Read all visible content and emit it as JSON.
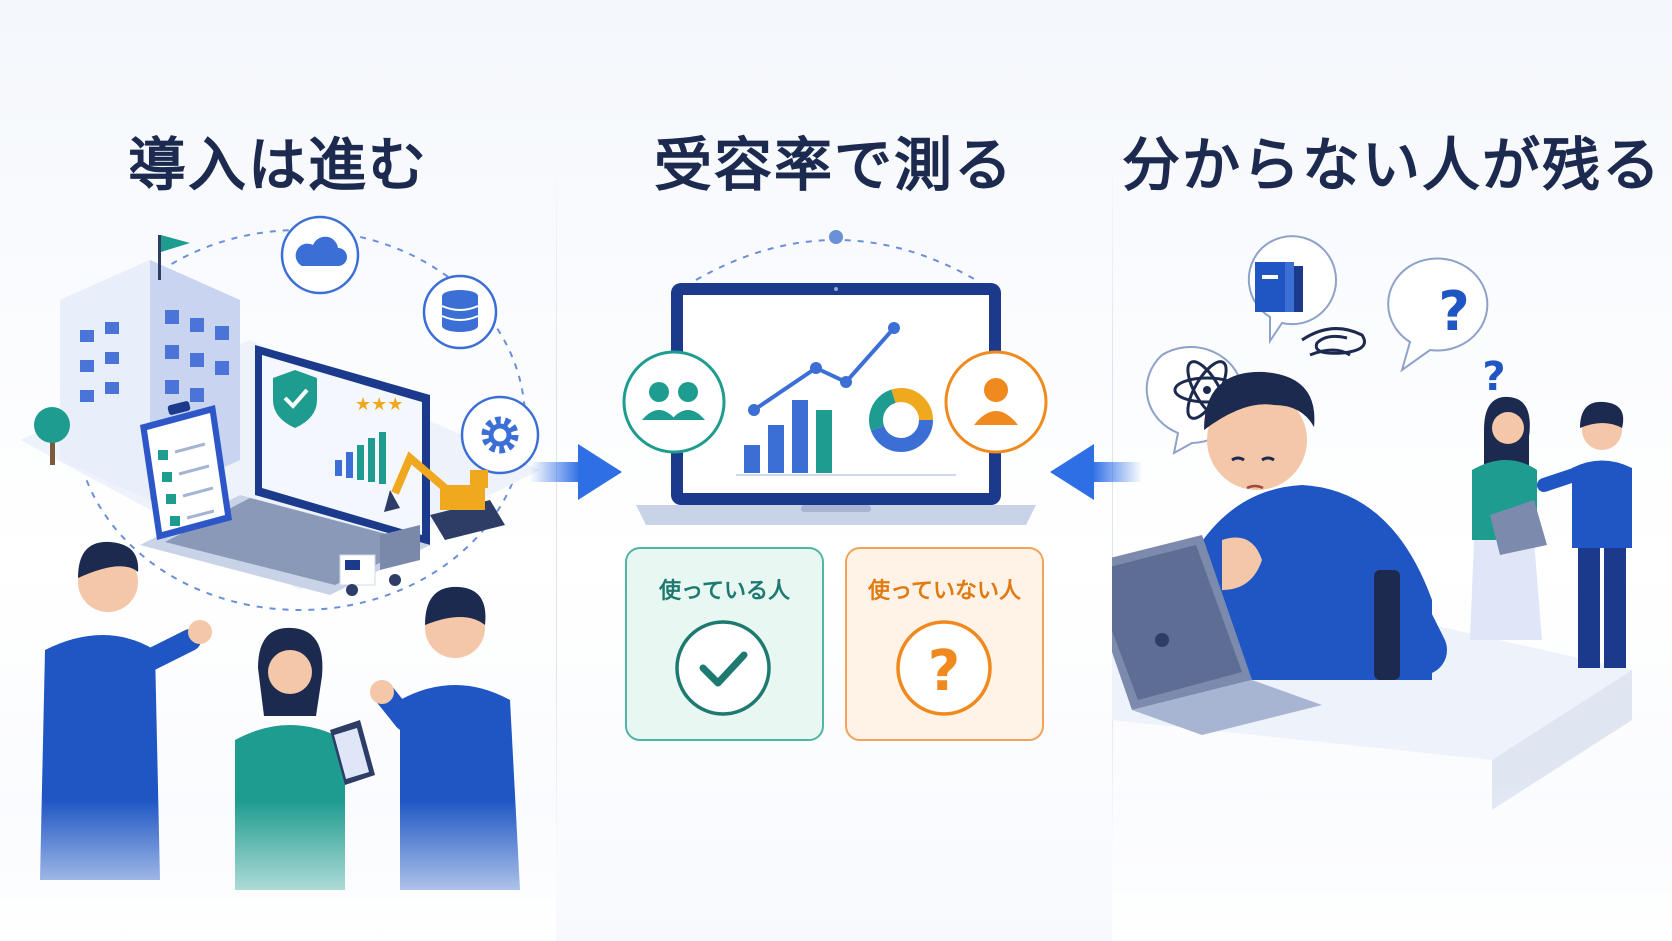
{
  "panels": [
    {
      "heading": "導入は進む"
    },
    {
      "heading": "受容率で測る",
      "cards": [
        {
          "label": "使っている人",
          "status": "check-icon"
        },
        {
          "label": "使っていない人",
          "status": "question-icon"
        }
      ]
    },
    {
      "heading": "分からない人が残る"
    }
  ],
  "colors": {
    "navy": "#1b2a4e",
    "blue": "#1f56c4",
    "teal": "#1e9c8f",
    "orange": "#f08a1e",
    "green_card": "#e9f7f3",
    "orange_card": "#fff3e7"
  },
  "icons": [
    "cloud-icon",
    "database-icon",
    "gear-icon",
    "shield-check-icon",
    "clipboard-icon",
    "excavator-icon",
    "truck-icon",
    "group-icon",
    "user-icon",
    "book-icon",
    "atom-icon",
    "question-bubble-icon",
    "arrow-right-icon",
    "arrow-left-icon"
  ]
}
